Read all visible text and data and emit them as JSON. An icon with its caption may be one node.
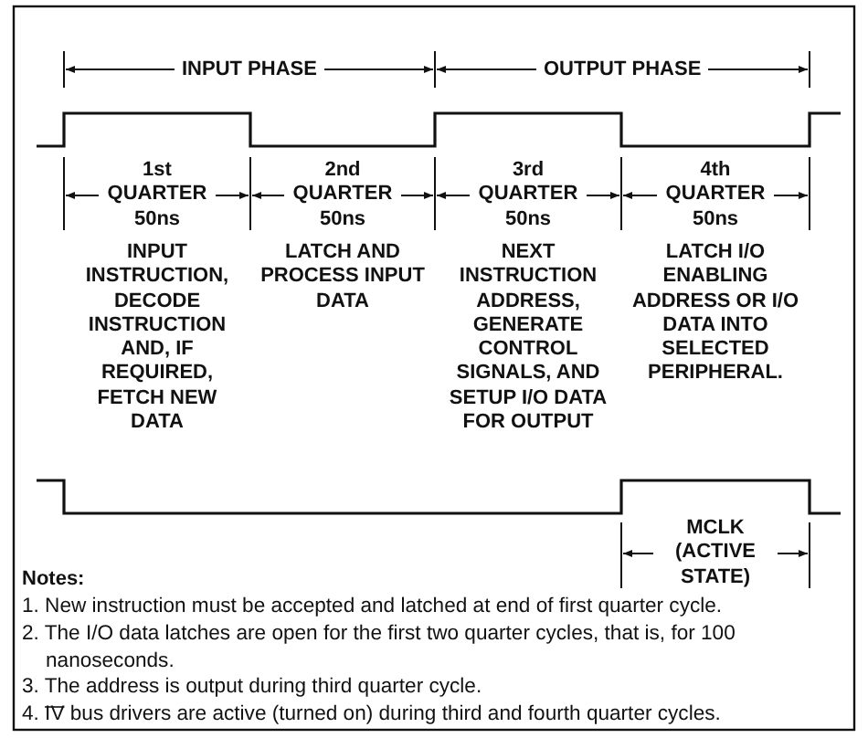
{
  "diagram": {
    "labels": [
      "INPUT PHASE",
      "OUTPUT PHASE",
      "1st QUARTER 50ns",
      "2nd QUARTER 50ns",
      "3rd QUARTER 50ns",
      "4th QUARTER 50ns",
      "INPUT INSTRUCTION, DECODE INSTRUCTION AND, IF REQUIRED, FETCH NEW DATA",
      "LATCH AND PROCESS INPUT DATA",
      "NEXT INSTRUCTION ADDRESS, GENERATE CONTROL SIGNALS, AND SETUP I/O DATA FOR OUTPUT",
      "LATCH I/O ENABLING ADDRESS OR I/O DATA INTO SELECTED PERIPHERAL.",
      "MCLK (ACTIVE STATE)",
      "Notes:",
      "1. New instruction must be accepted and latched at end of first quarter cycle.",
      "2. The I/O data latches are open for the first two quarter cycles, that is, for 100 nanoseconds.",
      "3. The address is output during third quarter cycle.",
      "4. IV bus drivers are active (turned on) during third and fourth quarter cycles."
    ]
  }
}
